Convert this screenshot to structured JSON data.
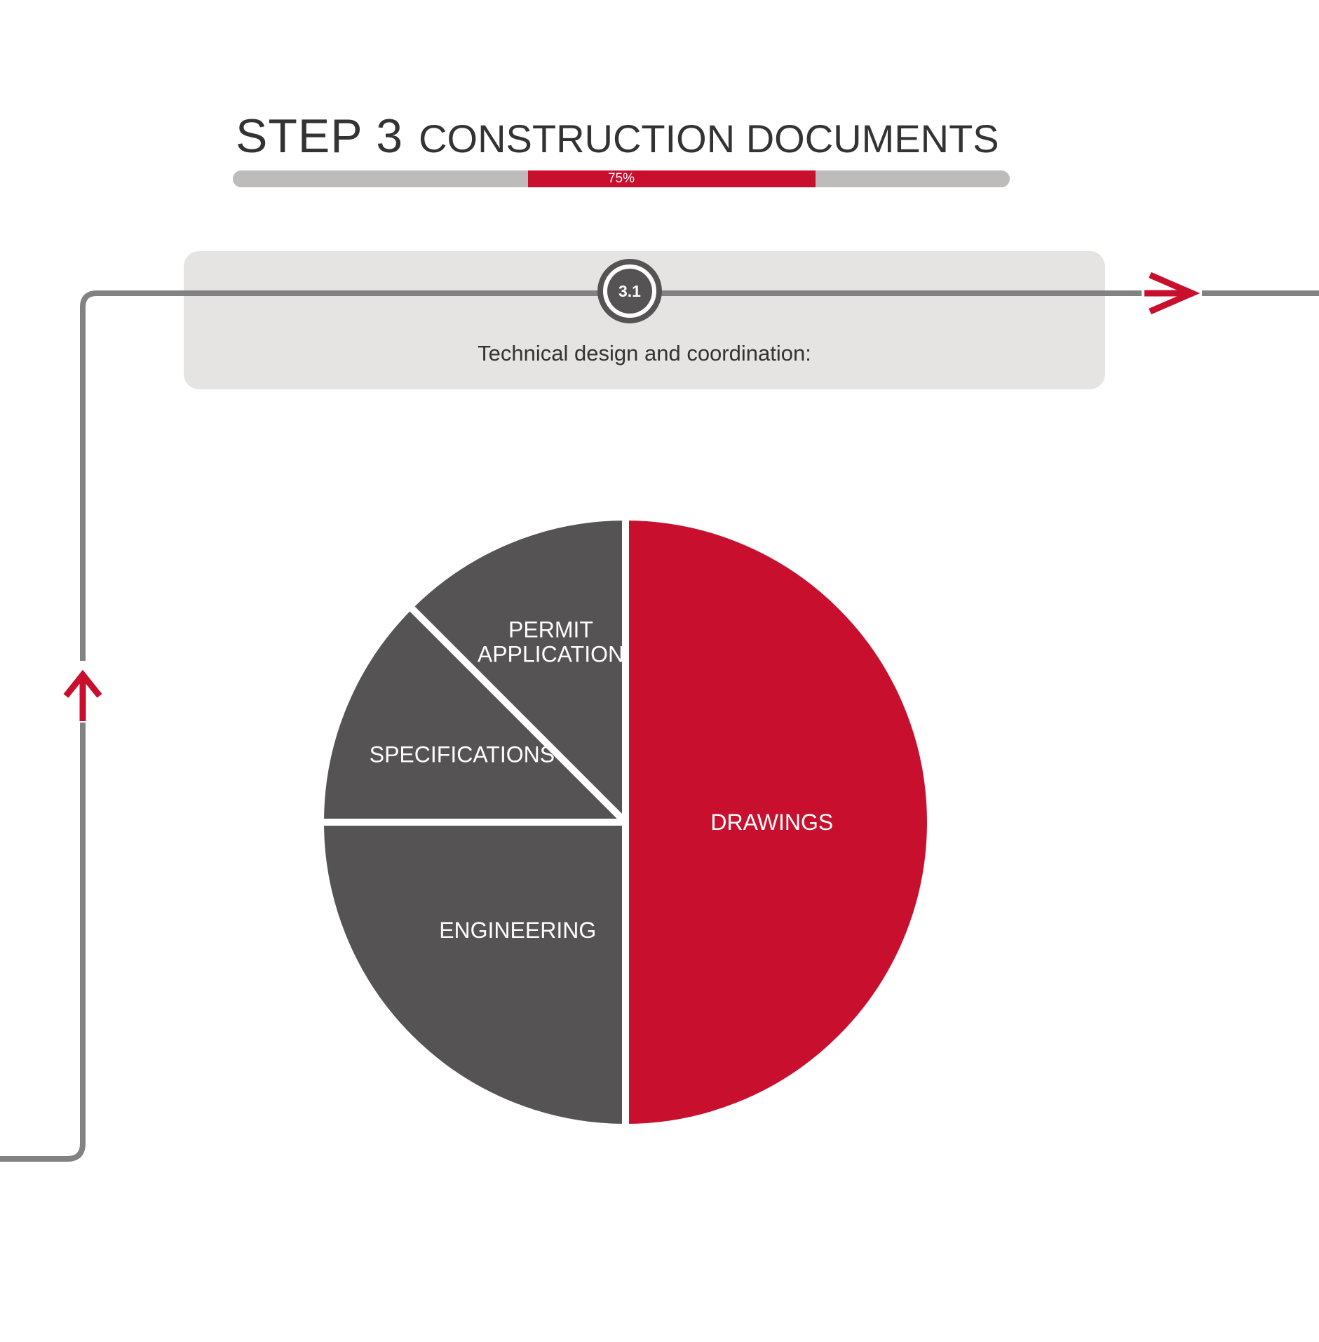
{
  "header": {
    "step_label": "STEP 3",
    "step_title": "CONSTRUCTION DOCUMENTS"
  },
  "progress": {
    "label": "75%",
    "value": 0.75
  },
  "stage": {
    "number": "3.1",
    "description": "Technical design and coordination:"
  },
  "colors": {
    "accent": "#c8102e",
    "dark_slice": "#555354",
    "line": "#828282",
    "box": "#e6e3e3",
    "track": "#bebbbb"
  },
  "chart_data": {
    "type": "pie",
    "title": "",
    "start_angle": 0,
    "direction": "clockwise",
    "categories": [
      "DRAWINGS",
      "ENGINEERING",
      "SPECIFICATIONS",
      "PERMIT APPLICATION"
    ],
    "values": [
      50,
      25,
      12.5,
      12.5
    ],
    "colors": [
      "#c8102e",
      "#555354",
      "#555354",
      "#555354"
    ],
    "labels": [
      {
        "lines": [
          "DRAWINGS"
        ]
      },
      {
        "lines": [
          "ENGINEERING"
        ]
      },
      {
        "lines": [
          "SPECIFICATIONS"
        ]
      },
      {
        "lines": [
          "PERMIT",
          "APPLICATION"
        ]
      }
    ]
  }
}
